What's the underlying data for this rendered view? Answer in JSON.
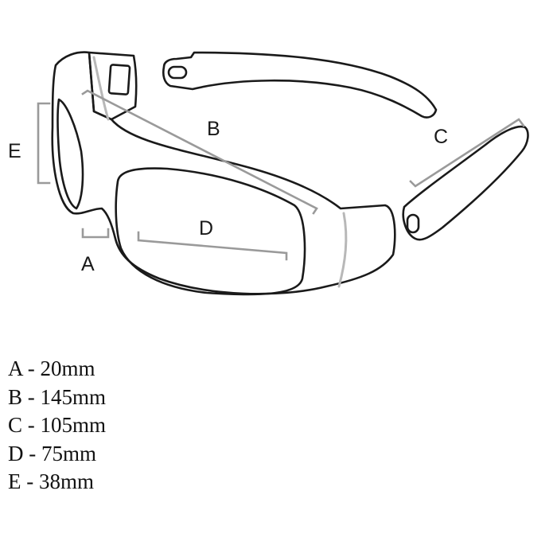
{
  "diagram": {
    "labels": {
      "a": "A",
      "b": "B",
      "c": "C",
      "d": "D",
      "e": "E"
    }
  },
  "legend": {
    "items": [
      {
        "letter": "A",
        "text": "A - 20mm"
      },
      {
        "letter": "B",
        "text": "B - 145mm"
      },
      {
        "letter": "C",
        "text": "C - 105mm"
      },
      {
        "letter": "D",
        "text": "D - 75mm"
      },
      {
        "letter": "E",
        "text": "E - 38mm"
      }
    ]
  }
}
